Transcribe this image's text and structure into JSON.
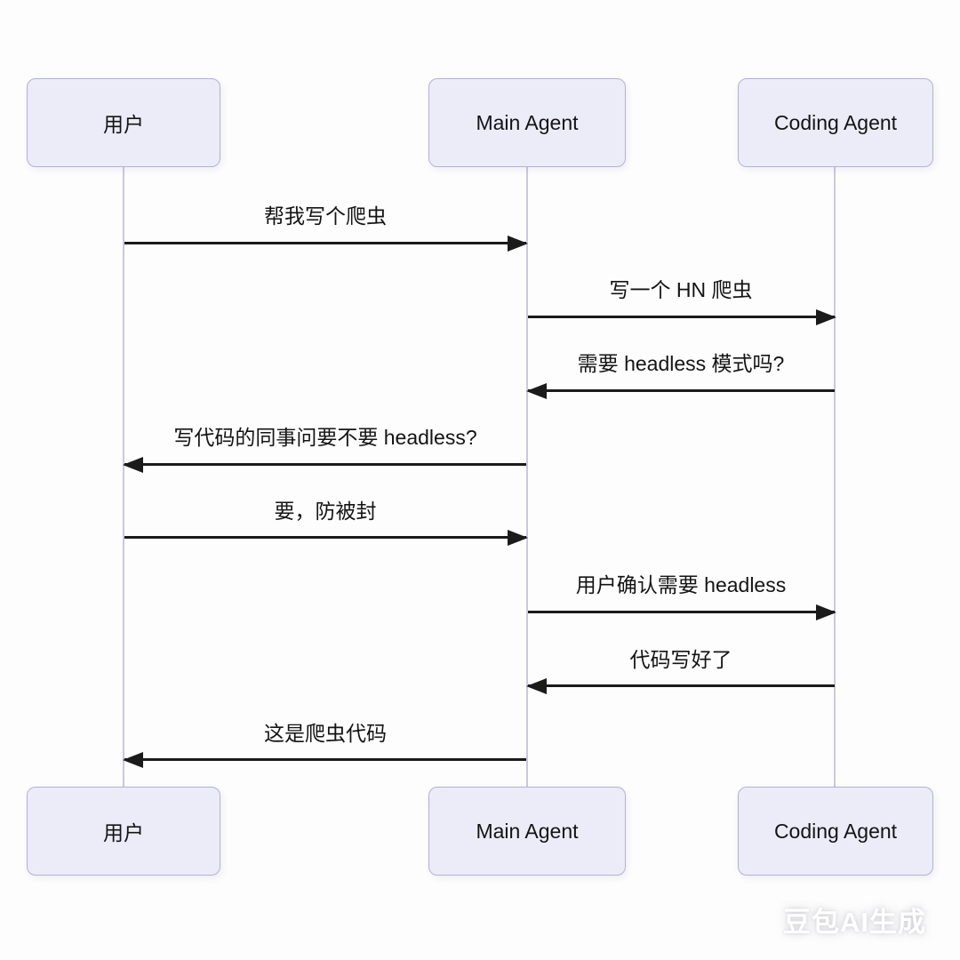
{
  "diagram": {
    "type": "sequence-diagram",
    "actors": [
      {
        "id": "user",
        "label": "用户"
      },
      {
        "id": "main-agent",
        "label": "Main Agent"
      },
      {
        "id": "coding-agent",
        "label": "Coding Agent"
      }
    ],
    "messages": [
      {
        "from": "用户",
        "to": "Main Agent",
        "direction": "right",
        "label": "帮我写个爬虫"
      },
      {
        "from": "Main Agent",
        "to": "Coding Agent",
        "direction": "right",
        "label": "写一个 HN 爬虫"
      },
      {
        "from": "Coding Agent",
        "to": "Main Agent",
        "direction": "left",
        "label": "需要 headless 模式吗?"
      },
      {
        "from": "Main Agent",
        "to": "用户",
        "direction": "left",
        "label": "写代码的同事问要不要 headless?"
      },
      {
        "from": "用户",
        "to": "Main Agent",
        "direction": "right",
        "label": "要，防被封"
      },
      {
        "from": "Main Agent",
        "to": "Coding Agent",
        "direction": "right",
        "label": "用户确认需要 headless"
      },
      {
        "from": "Coding Agent",
        "to": "Main Agent",
        "direction": "left",
        "label": "代码写好了"
      },
      {
        "from": "Main Agent",
        "to": "用户",
        "direction": "left",
        "label": "这是爬虫代码"
      }
    ],
    "watermark": "豆包AI生成",
    "colors": {
      "actor_fill": "#ececf8",
      "actor_border": "#b3b1da",
      "lifeline": "#c9c7e6",
      "arrow": "#1b1b1b",
      "text": "#141414"
    }
  }
}
